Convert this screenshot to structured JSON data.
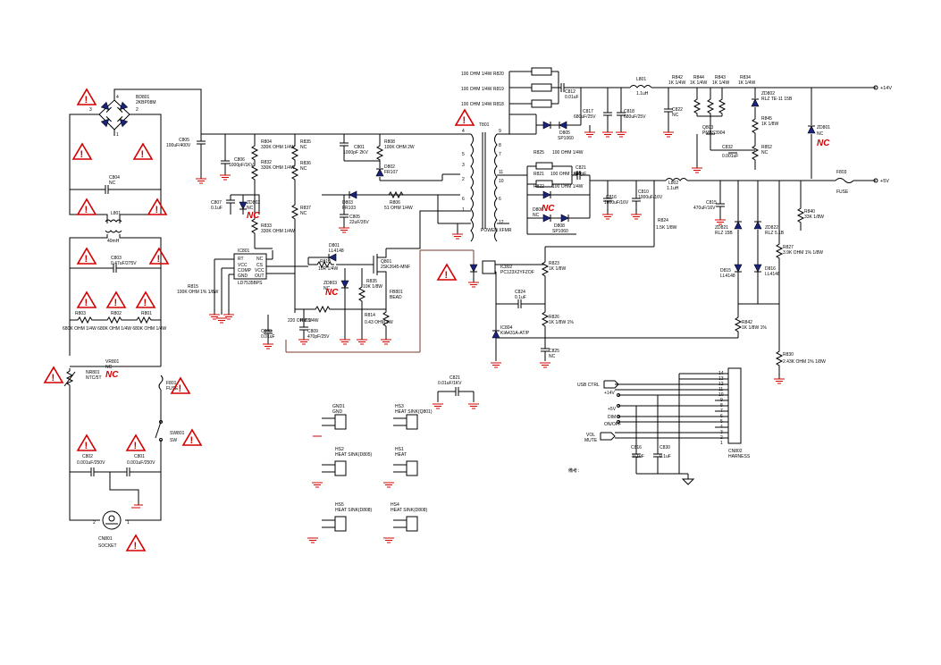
{
  "colors": {
    "wire": "#000000",
    "warning": "#d40000",
    "nc_mark": "#d40000",
    "ground": "#d40000",
    "via_wire": "#7a3b2e"
  },
  "icons": {
    "warning": "warning-triangle-icon",
    "ground": "ground-symbol-icon",
    "fuse": "fuse-icon",
    "diode": "diode-icon",
    "zener": "zener-diode-icon"
  },
  "nc_mark": "NC",
  "labels": {
    "bd801": "BD801",
    "bd801_pn": "2KBP08M",
    "c804": "C804",
    "c804_val": "NC",
    "l801": "L801",
    "l801_val": "40mH",
    "c803": "C803",
    "c803_val": "0.47uF/275V",
    "r803": "R803",
    "r802": "R802",
    "r801": "R801",
    "r_row": "680K OHM 1/4W  680K OHM 1/4W  680K OHM 1/4W",
    "vr801": "VR801",
    "vr801_val": "NC",
    "nr801": "NR801",
    "nr801_val": "NTC/5T",
    "f801": "F801",
    "f801_val": "FUSE",
    "sw801": "SW801",
    "sw801_val": "SW",
    "c802": "C802",
    "c802_val": "0.001uF/250V",
    "c801": "C801",
    "c801_val": "0.001uF/250V",
    "cn801": "CN801",
    "cn801_val": "SOCKET",
    "c805": "C805",
    "c805_val": "100uF/400V",
    "c806": "C806",
    "c806_val": "1000pF/1KV",
    "r804": "R804",
    "r804_val": "330K OHM 1/4W",
    "r832": "R832",
    "r832_val": "330K OHM 1/4W",
    "r833": "R833",
    "r833_val": "330K OHM 1/4W",
    "r835": "R835",
    "r835_val": "NC",
    "r836": "R836",
    "r836_val": "NC",
    "r837": "R837",
    "r837_val": "NC",
    "c807": "C807",
    "c807_val": "0.1uF",
    "zd802": "ZD802",
    "zd802_val": "NC",
    "ic801": "IC801",
    "ic801_pn": "LD7535BPS",
    "ic801_pins": [
      "RT",
      "NC",
      "VCC",
      "CS",
      "COMP",
      "VCC",
      "GND",
      "OUT"
    ],
    "r815": "R815",
    "r815_val": "100K OHM 1% 1/8W",
    "c808": "C808",
    "c808_val": "0.01uF",
    "c809": "C809",
    "c809_val": "470pF/25V",
    "c801b": "C801",
    "c801b_val": "1000pF 2KV",
    "r808": "R808",
    "r808_val": "100K OHM 2W",
    "d802": "D802",
    "d802_val": "FR107",
    "d803": "D803",
    "d803_val": "FR103",
    "r806": "R806",
    "r806_val": "51 OHM 1/4W",
    "c805b": "C805",
    "c805b_val": "22uF/35V",
    "d801": "D801",
    "d801_val": "LL4148",
    "r810": "R810",
    "r810_val": "10R 1/4W",
    "zd803": "ZD803",
    "zd803_val": "NC",
    "q801": "Q801",
    "q801_pn": "2SK2645-MNF",
    "r835b": "R835",
    "r835b_val": "10K 1/8W",
    "fb801": "FB801",
    "fb801_val": "BEAD",
    "r809": "R809",
    "r809_val": "220 OHM 1/4W",
    "r814": "R814",
    "r814_val": "0.43 OHM 2W",
    "t801": "T801",
    "t801_pn": "POWER XFMR",
    "t_pins": [
      "4",
      "5",
      "3",
      "2",
      "1",
      "6",
      "9",
      "8",
      "7",
      "11",
      "10",
      "6",
      "12"
    ],
    "r820": "100 OHM 1/4W R820",
    "r819": "100 OHM 1/4W R819",
    "r818": "100 OHM 1/4W R818",
    "c812": "C812",
    "c812_val": "0.01uF",
    "c817": "C817",
    "c817_val": "680uF/25V",
    "c818": "C818",
    "c818_val": "680uF/25V",
    "d805": "D805",
    "d805_val": "SP1060",
    "l801b": "L801",
    "l801b_val": "1.1uH",
    "r842": "R842",
    "r842_val": "1K 1/4W",
    "r844": "R844",
    "r844_val": "1K 1/4W",
    "r843": "R843",
    "r843_val": "1K 1/4W",
    "r834": "R834",
    "r834_val": "1K 1/4W",
    "c822": "C822",
    "c822_val": "NC",
    "q803": "Q803",
    "q803_pn": "PMBS3904",
    "zd802b": "ZD802",
    "zd802b_val": "RLZ TE-11 15B",
    "r845": "R845",
    "r845_val": "1K 1/8W",
    "r852": "R852",
    "r852_val": "NC",
    "c832": "C832",
    "c832_val": "0.001uF",
    "zd801": "ZD801",
    "zd801_val": "NC",
    "v14": "+14V",
    "r825": "R825",
    "r825_val": "100 OHM 1/4W",
    "r821": "R821",
    "r821_val": "100 OHM 1/4W",
    "r822": "R822",
    "r822_val": "100 OHM 1/4W",
    "c821": "C821",
    "c821_val": "680pF",
    "c816": "C816",
    "c816_val": "1000uF/16V",
    "c810": "C810",
    "c810_val": "1000uF/16V",
    "d806": "D806",
    "d806_val": "NC",
    "d808": "D808",
    "d808_val": "SP1060",
    "l802": "L802",
    "l802_val": "1.1uH",
    "f803": "F803",
    "f803_val": "FUSE",
    "v5": "+5V",
    "c815": "C815",
    "c815_val": "470uF/16V",
    "r824": "R824",
    "r824_val": "1.5K 1/8W",
    "zd821": "ZD821",
    "zd821_val": "RLZ 15B",
    "zd822": "ZD822",
    "zd822_val": "RLZ 5.1B",
    "d815": "D815",
    "d815_val": "LL4148",
    "d816": "D816",
    "d816_val": "LL4148",
    "r840": "R840",
    "r840_val": "33K 1/8W",
    "r827": "R827",
    "r827_val": "3.9K OHM 1% 1/8W",
    "r842b": "R842",
    "r842b_val": "1K 1/8W 1%",
    "r830": "R830",
    "r830_val": "2.43K OHM 1% 1/8W",
    "ic802": "IC802",
    "ic802_pn": "PC123X2YFZOF",
    "r823": "R823",
    "r823_val": "1K 1/8W",
    "c824": "C824",
    "c824_val": "0.1uF",
    "r826": "R826",
    "r826_val": "1K 1/8W 1%",
    "ic804": "IC804",
    "ic804_pn": "KIA431A-AT/P",
    "c825": "C825",
    "c825_val": "NC",
    "c821b": "C821",
    "c821b_val": "0.01uF/1KV",
    "gnd1": "GND1",
    "gnd1_val": "GND",
    "hs3": "HS3",
    "hs3_val": "HEAT SINK(Q801)",
    "hs2": "HS2",
    "hs2_val": "HEAT SINK(D805)",
    "hs1": "HS1",
    "hs1_val": "HEAT",
    "hs5": "HS5",
    "hs5_val": "HEAT SINK(D808)",
    "hs4": "HS4",
    "hs4_val": "HEAT SINK(D808)",
    "usb_ctrl": "USB CTRL",
    "p14v": "+14V",
    "p5v": "+5V",
    "dim": "DIM",
    "onoff": "ON/OFF",
    "vol": "VOL",
    "mute": "MUTE",
    "c816b": "C816",
    "c816b_val": "0.1uF",
    "c830": "C830",
    "c830_val": "0.1uF",
    "cn802": "CN802",
    "cn802_val": "HARNESS",
    "cn_pins": [
      "14",
      "13",
      "12",
      "11",
      "10",
      "9",
      "8",
      "7",
      "6",
      "5",
      "4",
      "3",
      "2",
      "1"
    ],
    "note": "備考："
  }
}
